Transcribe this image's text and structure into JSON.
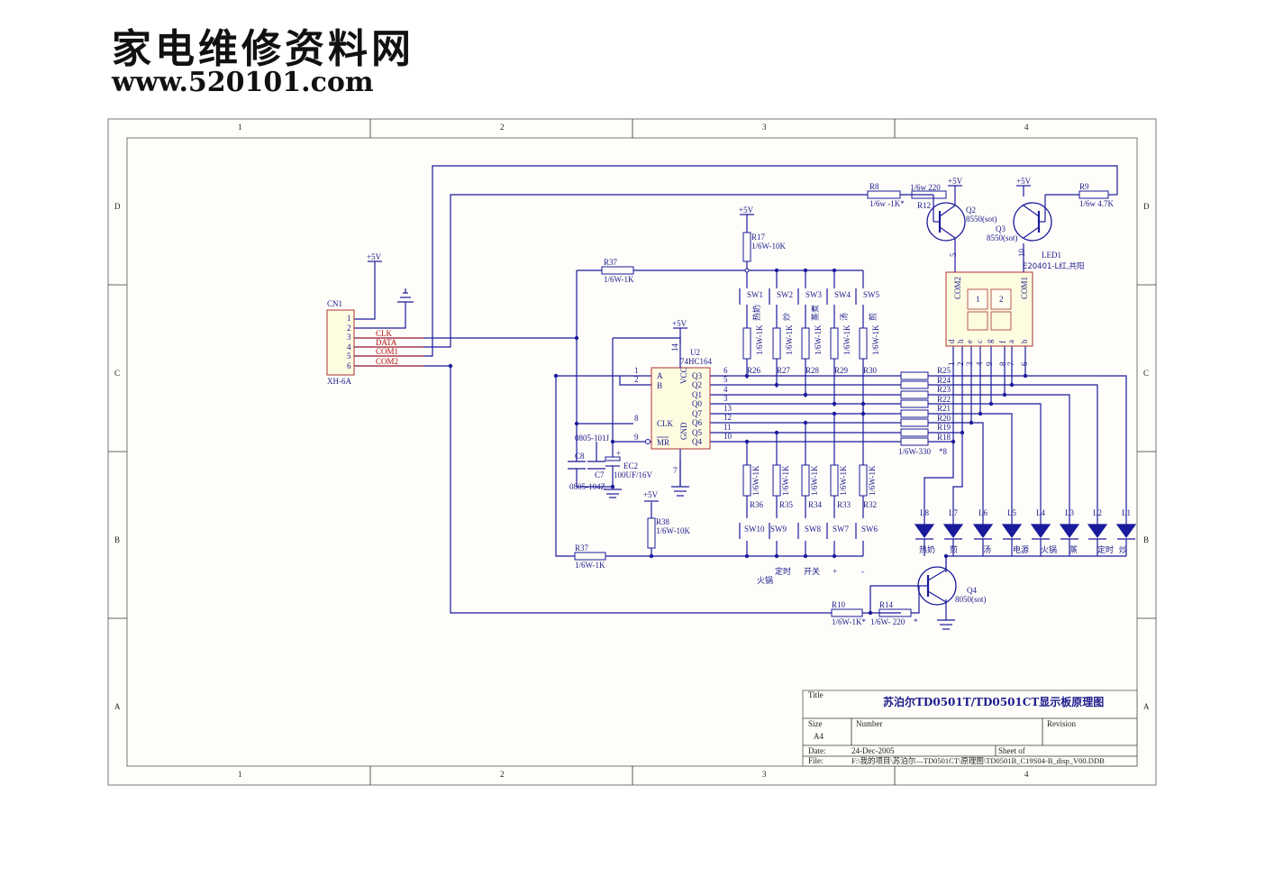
{
  "header": {
    "site_name": "家电维修资料网",
    "site_url": "www.520101.com"
  },
  "frame": {
    "col_labels": [
      "1",
      "2",
      "3",
      "4"
    ],
    "row_labels": [
      "D",
      "C",
      "B",
      "A"
    ]
  },
  "title_block": {
    "title_label": "Title",
    "title": "苏泊尔TD0501T/TD0501CT显示板原理图",
    "size_label": "Size",
    "size": "A4",
    "number_label": "Number",
    "revision_label": "Revision",
    "date_label": "Date:",
    "date": "24-Dec-2005",
    "sheet_label": "Sheet   of",
    "file_label": "File:",
    "file": "F:\\我的项目\\苏泊尔—TD0501CT\\原理图\\TD0501B_C19S04-B_disp_V00.DDB"
  },
  "connector": {
    "ref": "CN1",
    "part": "XH-6A",
    "pins": [
      "1",
      "2",
      "3",
      "4",
      "5",
      "6"
    ],
    "signals": [
      "CLK",
      "DATA",
      "COM1",
      "COM2"
    ]
  },
  "power": {
    "vcc": "+5V"
  },
  "ic": {
    "ref": "U2",
    "part": "74HC164",
    "pins_left": [
      "A",
      "B",
      "CLK",
      "MR"
    ],
    "pins_left_num": [
      "1",
      "2",
      "8",
      "9"
    ],
    "pins_right": [
      "Q3",
      "Q2",
      "Q1",
      "Q0",
      "Q7",
      "Q6",
      "Q5",
      "Q4"
    ],
    "pins_right_num": [
      "6",
      "5",
      "4",
      "3",
      "13",
      "12",
      "11",
      "10"
    ],
    "vcc_label": "VCC",
    "gnd_label": "GND",
    "vcc_pin": "14",
    "gnd_pin": "7"
  },
  "resistors": {
    "r8": {
      "ref": "R8",
      "value": "1/6w  -1K*"
    },
    "r12": {
      "ref": "R12",
      "value": "1/6w  220"
    },
    "r9": {
      "ref": "R9",
      "value": "1/6w 4.7K"
    },
    "r17": {
      "ref": "R17",
      "value": "1/6W-10K"
    },
    "r37a": {
      "ref": "R37",
      "value": "1/6W-1K"
    },
    "r37b": {
      "ref": "R37",
      "value": "1/6W-1K"
    },
    "r38": {
      "ref": "R38",
      "value": "1/6W-10K"
    },
    "r10": {
      "ref": "R10",
      "value": "1/6W-1K*"
    },
    "r14": {
      "ref": "R14",
      "value": "1/6W- 220"
    },
    "top_row": [
      "R26",
      "R27",
      "R28",
      "R29",
      "R30"
    ],
    "bottom_row": [
      "R36",
      "R35",
      "R34",
      "R33",
      "R32"
    ],
    "row_value": "1/6W-1K",
    "seg_refs": [
      "R25",
      "R24",
      "R23",
      "R22",
      "R21",
      "R20",
      "R19",
      "R18"
    ],
    "seg_value": "1/6W-330",
    "seg_note": "*8"
  },
  "capacitors": {
    "c8": {
      "ref": "C8",
      "value": "0805-101J"
    },
    "c7": {
      "ref": "C7",
      "value": "0805-104Z"
    },
    "ec2": {
      "ref": "EC2",
      "value": "100UF/16V"
    }
  },
  "transistors": {
    "q2": {
      "ref": "Q2",
      "part": "8550(sot)"
    },
    "q3": {
      "ref": "Q3",
      "part": "8550(sot)"
    },
    "q4": {
      "ref": "Q4",
      "part": "8050(sot)"
    }
  },
  "display": {
    "ref": "LED1",
    "part": "E20401-L红,共阳",
    "com2": "COM2",
    "com1": "COM1",
    "digits": [
      "1",
      "2"
    ],
    "segments": [
      "d",
      "h",
      "e",
      "c",
      "g",
      "f",
      "a",
      "b"
    ],
    "seg_pins": [
      "1",
      "2",
      "3",
      "4",
      "9",
      "8",
      "7",
      "6"
    ],
    "pin5": "5",
    "pin10": "10"
  },
  "switches": {
    "top": [
      "SW1",
      "SW2",
      "SW3",
      "SW4",
      "SW5"
    ],
    "top_labels": [
      "热奶",
      "炒",
      "蒸煮",
      "汤",
      "煎"
    ],
    "bottom": [
      "SW10",
      "SW9",
      "SW8",
      "SW7",
      "SW6"
    ],
    "bottom_labels": [
      "定时",
      "开关",
      "+",
      "-"
    ],
    "bottom_label_extra": "火锅"
  },
  "leds": {
    "refs": [
      "L8",
      "L7",
      "L6",
      "L5",
      "L4",
      "L3",
      "L2",
      "L1"
    ],
    "labels": [
      "热奶",
      "煎",
      "汤",
      "电源",
      "火锅",
      "蒸",
      "定时",
      "炒"
    ]
  }
}
